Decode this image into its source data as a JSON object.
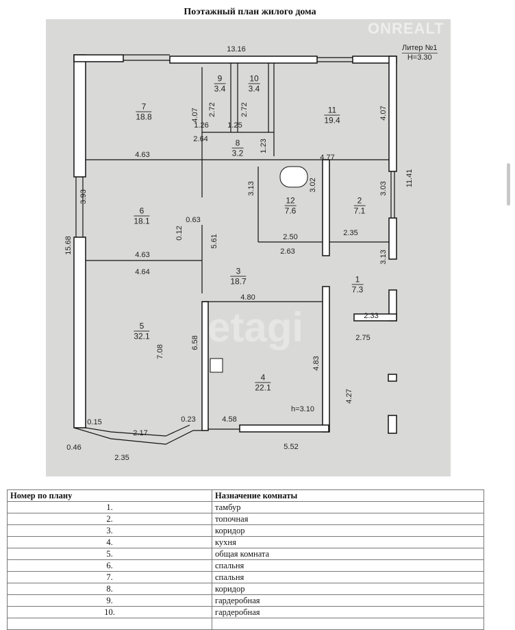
{
  "title": "Поэтажный план жилого дома",
  "watermarks": {
    "brand": "ONREALT",
    "agency": "etagi"
  },
  "liter": {
    "name": "Литер №1",
    "height": "H=3.30"
  },
  "rooms": [
    {
      "number": "7",
      "area": "18.8"
    },
    {
      "number": "9",
      "area": "3.4"
    },
    {
      "number": "10",
      "area": "3.4"
    },
    {
      "number": "11",
      "area": "19.4"
    },
    {
      "number": "8",
      "area": "3.2"
    },
    {
      "number": "12",
      "area": "7.6"
    },
    {
      "number": "2",
      "area": "7.1"
    },
    {
      "number": "6",
      "area": "18.1"
    },
    {
      "number": "3",
      "area": "18.7"
    },
    {
      "number": "1",
      "area": "7.3"
    },
    {
      "number": "5",
      "area": "32.1"
    },
    {
      "number": "4",
      "area": "22.1"
    }
  ],
  "dimensions": [
    "13.16",
    "4.07",
    "2.72",
    "2.72",
    "1.26",
    "1.25",
    "2.64",
    "1.23",
    "4.07",
    "4.63",
    "4.77",
    "3.93",
    "3.13",
    "3.02",
    "3.03",
    "11.41",
    "0.63",
    "0.12",
    "5.61",
    "2.50",
    "2.35",
    "15.68",
    "4.63",
    "2.63",
    "4.64",
    "3.13",
    "4.80",
    "2.33",
    "2.75",
    "7.08",
    "6.58",
    "4.83",
    "4.27",
    "h=3.10",
    "0.15",
    "0.23",
    "2.17",
    "4.58",
    "0.46",
    "2.35",
    "5.52"
  ],
  "table": {
    "headers": [
      "Номер по плану",
      "Назначение комнаты"
    ],
    "rows": [
      [
        "1.",
        "тамбур"
      ],
      [
        "2.",
        "топочная"
      ],
      [
        "3.",
        "коридор"
      ],
      [
        "4.",
        "кухня"
      ],
      [
        "5.",
        "общая комната"
      ],
      [
        "6.",
        "спальня"
      ],
      [
        "7.",
        "спальня"
      ],
      [
        "8.",
        "коридор"
      ],
      [
        "9.",
        "гардеробная"
      ],
      [
        "10.",
        "гардеробная"
      ],
      [
        "",
        ""
      ]
    ]
  }
}
